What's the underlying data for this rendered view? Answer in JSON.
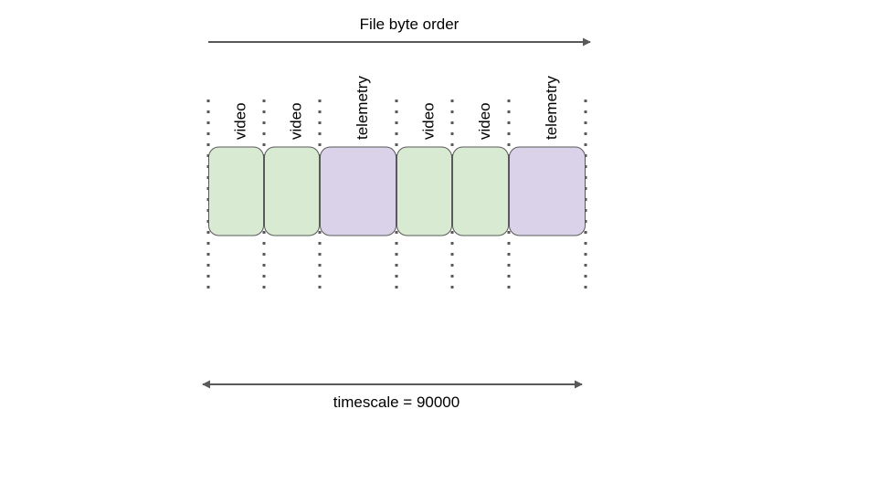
{
  "title": "File byte order",
  "timescale_label": "timescale = 90000",
  "colors": {
    "video": "#d9ead3",
    "telemetry": "#d9d2e9",
    "stroke": "#595959",
    "arrow": "#595959",
    "divider": "#595959",
    "text": "#000000"
  },
  "segments": [
    {
      "kind": "video",
      "label": "video"
    },
    {
      "kind": "video",
      "label": "video"
    },
    {
      "kind": "telemetry",
      "label": "telemetry"
    },
    {
      "kind": "video",
      "label": "video"
    },
    {
      "kind": "video",
      "label": "video"
    },
    {
      "kind": "telemetry",
      "label": "telemetry"
    }
  ]
}
